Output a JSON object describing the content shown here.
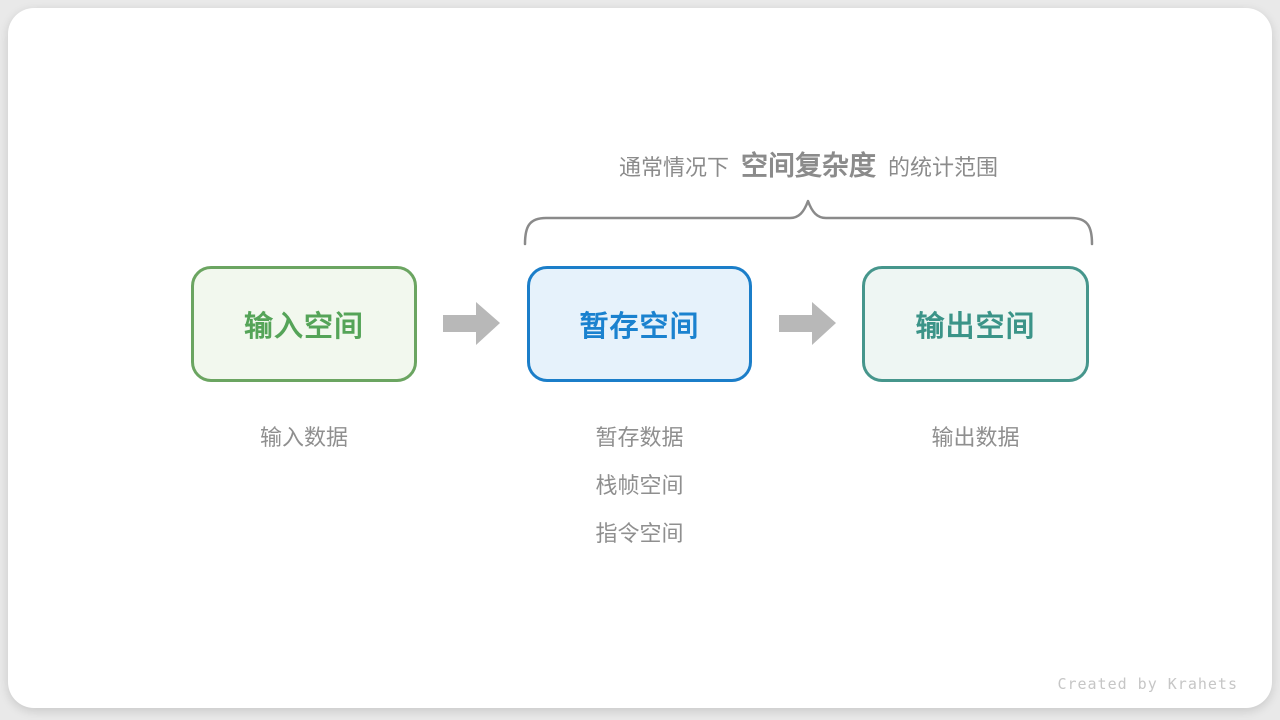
{
  "page": {
    "background_color": "#e9e9e9",
    "card_color": "#ffffff"
  },
  "title": {
    "prefix": "通常情况下",
    "highlight": "空间复杂度",
    "suffix": "的统计范围",
    "color": "#8b8b8b"
  },
  "brace": {
    "color": "#8a8a8a"
  },
  "arrows": {
    "color": "#b8b8b8"
  },
  "boxes": [
    {
      "label": "输入空间",
      "text_color": "#55a458",
      "border_color": "#6ba561",
      "fill_color": "#f2f8ee"
    },
    {
      "label": "暂存空间",
      "text_color": "#1a82cf",
      "border_color": "#1b7ec9",
      "fill_color": "#e6f2fb"
    },
    {
      "label": "输出空间",
      "text_color": "#3b9488",
      "border_color": "#46968c",
      "fill_color": "#eef6f3"
    }
  ],
  "annotations": [
    {
      "lines": [
        "输入数据"
      ]
    },
    {
      "lines": [
        "暂存数据",
        "栈帧空间",
        "指令空间"
      ]
    },
    {
      "lines": [
        "输出数据"
      ]
    }
  ],
  "credit": {
    "text": "Created by Krahets",
    "color": "#c6c6c6"
  }
}
